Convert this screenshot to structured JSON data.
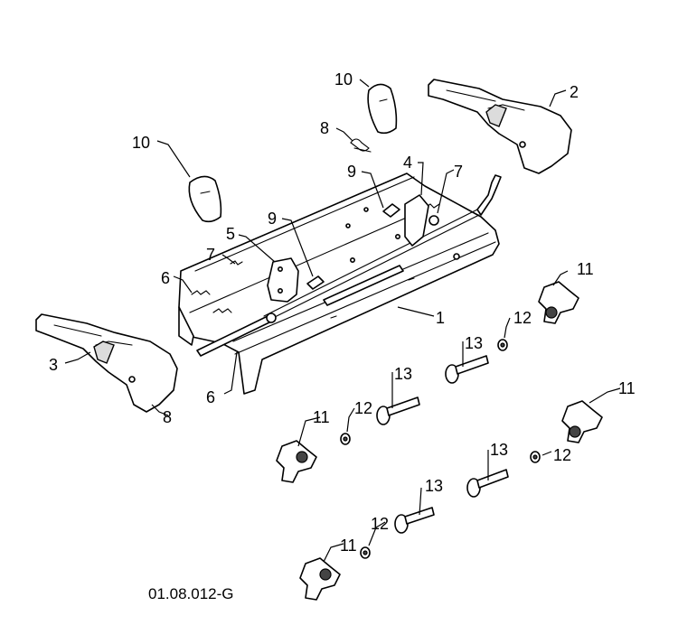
{
  "drawing_code": "01.08.012-G",
  "callouts": [
    {
      "id": "c1",
      "label": "1"
    },
    {
      "id": "c2",
      "label": "2"
    },
    {
      "id": "c3",
      "label": "3"
    },
    {
      "id": "c4",
      "label": "4"
    },
    {
      "id": "c5",
      "label": "5"
    },
    {
      "id": "c6a",
      "label": "6"
    },
    {
      "id": "c6b",
      "label": "6"
    },
    {
      "id": "c7a",
      "label": "7"
    },
    {
      "id": "c7b",
      "label": "7"
    },
    {
      "id": "c8a",
      "label": "8"
    },
    {
      "id": "c8b",
      "label": "8"
    },
    {
      "id": "c9a",
      "label": "9"
    },
    {
      "id": "c9b",
      "label": "9"
    },
    {
      "id": "c10a",
      "label": "10"
    },
    {
      "id": "c10b",
      "label": "10"
    },
    {
      "id": "c11a",
      "label": "11"
    },
    {
      "id": "c11b",
      "label": "11"
    },
    {
      "id": "c11c",
      "label": "11"
    },
    {
      "id": "c11d",
      "label": "11"
    },
    {
      "id": "c12a",
      "label": "12"
    },
    {
      "id": "c12b",
      "label": "12"
    },
    {
      "id": "c12c",
      "label": "12"
    },
    {
      "id": "c12d",
      "label": "12"
    },
    {
      "id": "c13a",
      "label": "13"
    },
    {
      "id": "c13b",
      "label": "13"
    },
    {
      "id": "c13c",
      "label": "13"
    },
    {
      "id": "c13d",
      "label": "13"
    }
  ]
}
